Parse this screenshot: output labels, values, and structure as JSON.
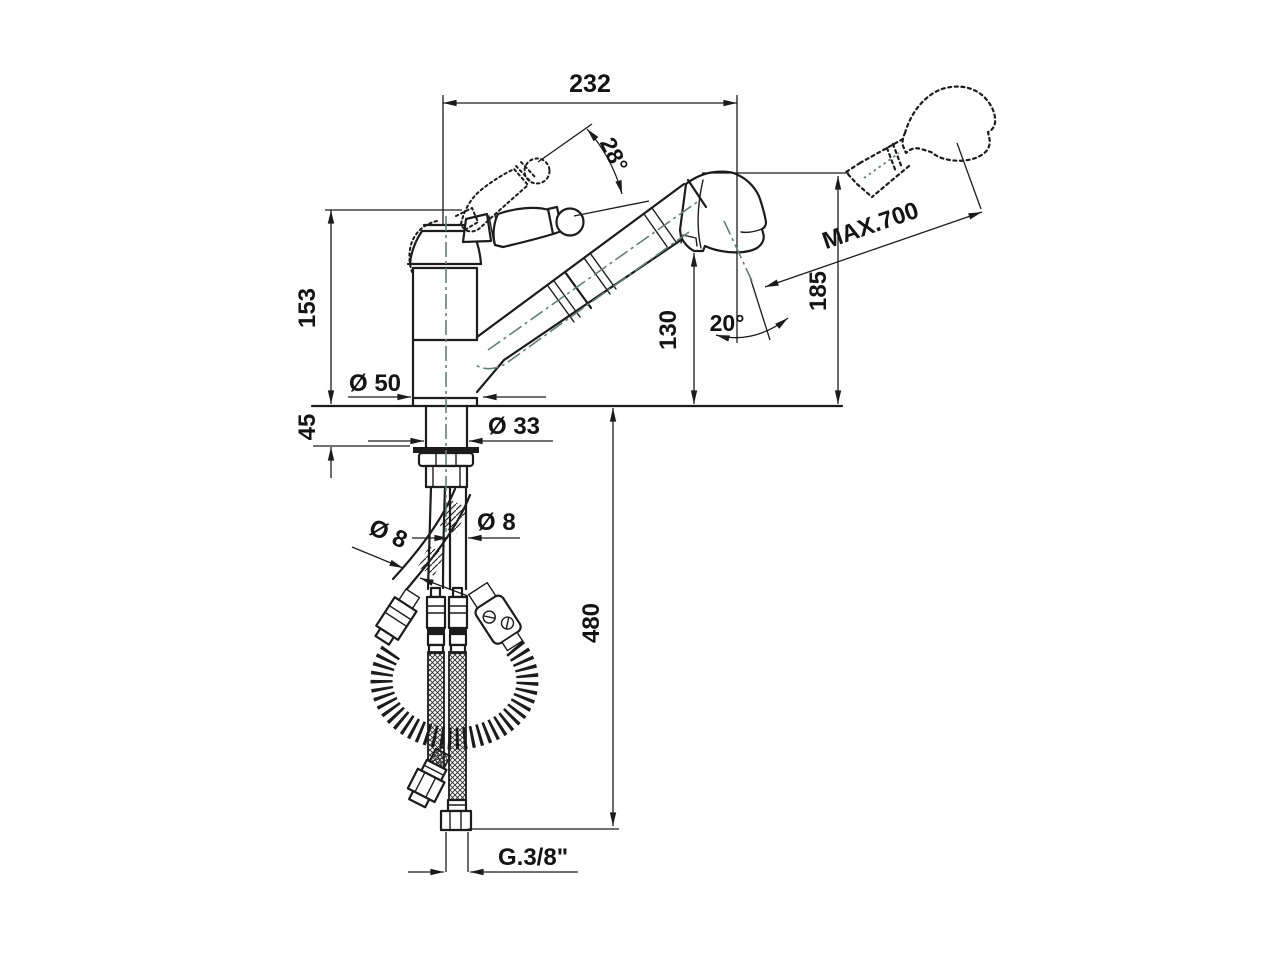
{
  "drawing": {
    "title": "kitchen-faucet-pullout-spray-dimensional-drawing",
    "colors": {
      "background": "#ffffff",
      "line": "#1c1c1c",
      "centerline": "#5f8273",
      "text": "#141414"
    },
    "dimensions": {
      "top_width": "232",
      "handle_angle": "28°",
      "max_pullout": "MAX.700",
      "spout_height": "185",
      "outlet_height": "130",
      "head_angle": "20°",
      "body_height": "153",
      "base_diameter": "Ø 50",
      "mount_depth": "45",
      "shank_diameter": "Ø 33",
      "spray_hose_diameter": "Ø 8",
      "supply_hose_diameter": "Ø 8",
      "hose_length": "480",
      "thread_size": "G.3/8\""
    }
  }
}
